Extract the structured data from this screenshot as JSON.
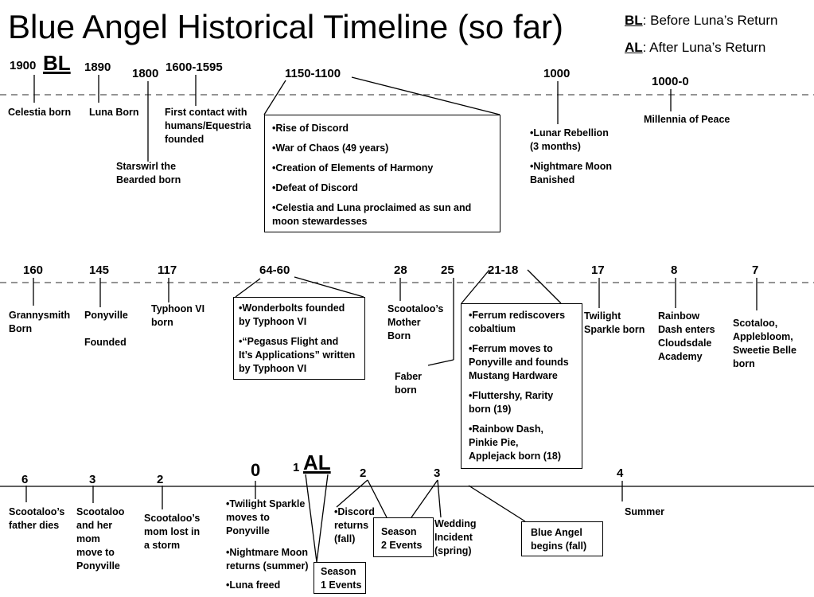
{
  "title": "Blue Angel Historical Timeline (so far)",
  "legend": {
    "bl_abbr": "BL",
    "bl_text": ": Before Luna’s Return",
    "al_abbr": "AL",
    "al_text": ": After Luna’s Return"
  },
  "era_bl": "BL",
  "era_al": "AL",
  "row1": {
    "events": [
      {
        "year": "1900",
        "label": "Celestia born"
      },
      {
        "year": "1890",
        "label": "Luna Born"
      },
      {
        "year": "1800",
        "label": "Starswirl the\nBearded born"
      },
      {
        "year": "1600-1595",
        "label": "First contact with\nhumans/Equestria\nfounded"
      },
      {
        "year": "1150-1100"
      },
      {
        "year": "1000",
        "label": "•Lunar Rebellion\n(3 months)",
        "label2": "•Nightmare Moon\nBanished"
      },
      {
        "year": "1000-0",
        "label": "Millennia of Peace"
      }
    ],
    "box_items": [
      "•Rise of Discord",
      "•War of Chaos (49 years)",
      "•Creation of Elements of Harmony",
      "•Defeat of Discord",
      "•Celestia and Luna proclaimed as sun and\nmoon stewardesses"
    ]
  },
  "row2": {
    "events": [
      {
        "year": "160",
        "label": "Grannysmith\nBorn"
      },
      {
        "year": "145",
        "label": "Ponyville\n\nFounded"
      },
      {
        "year": "117",
        "label": "Typhoon VI\nborn"
      },
      {
        "year": "64-60"
      },
      {
        "year": "28",
        "label": "Scootaloo’s\nMother\nBorn"
      },
      {
        "year": "25",
        "label": "Faber\nborn"
      },
      {
        "year": "21-18"
      },
      {
        "year": "17",
        "label": "Twilight\nSparkle born"
      },
      {
        "year": "8",
        "label": "Rainbow\nDash enters\nCloudsdale\nAcademy"
      },
      {
        "year": "7",
        "label": "Scotaloo,\nApplebloom,\nSweetie Belle\nborn"
      }
    ],
    "box1_items": [
      "•Wonderbolts founded\nby Typhoon VI",
      "•“Pegasus Flight and\nIt’s Applications” written\nby Typhoon VI"
    ],
    "box2_items": [
      "•Ferrum rediscovers\ncobaltium",
      "•Ferrum moves to\nPonyville and founds\nMustang Hardware",
      "•Fluttershy, Rarity\nborn (19)",
      "•Rainbow Dash,\nPinkie Pie,\nApplejack born (18)"
    ]
  },
  "row3": {
    "events": [
      {
        "year": "6",
        "label": "Scootaloo’s\nfather dies"
      },
      {
        "year": "3",
        "label": "Scootaloo\nand her\nmom\nmove to\nPonyville"
      },
      {
        "year": "2",
        "label": "Scootaloo’s\nmom lost in\na storm"
      },
      {
        "year": "0",
        "label": "•Twilight Sparkle\nmoves to\nPonyville",
        "label2": "•Nightmare Moon\nreturns (summer)",
        "label3": "•Luna freed"
      },
      {
        "year": "1"
      },
      {
        "year": "2",
        "label": "•Discord\nreturns\n(fall)"
      },
      {
        "year": "3",
        "label": "Wedding\nIncident\n(spring)"
      },
      {
        "year": "4",
        "label": "Summer"
      }
    ],
    "season1_box": "Season\n1 Events",
    "season2_box": "Season\n2 Events",
    "blue_angel_box": "Blue Angel\nbegins (fall)"
  }
}
